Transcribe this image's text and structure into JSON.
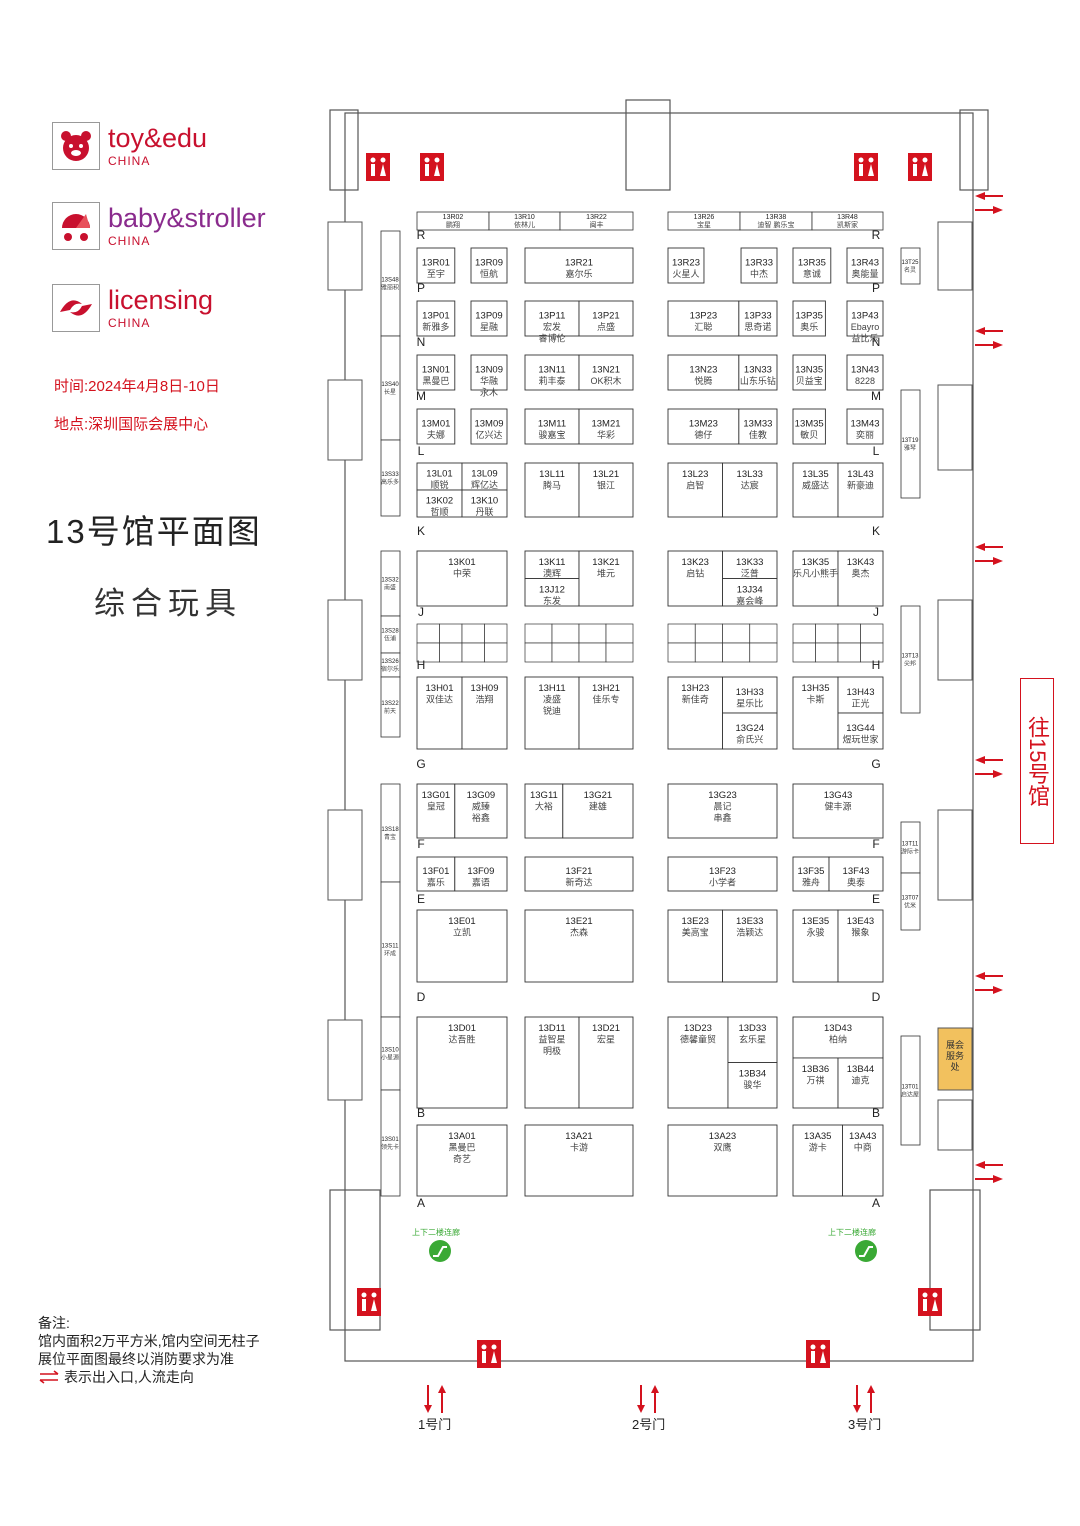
{
  "logos": [
    {
      "name": "toy&edu",
      "sub": "CHINA",
      "icon": "bear-icon",
      "color": "#c8102e"
    },
    {
      "name": "baby&stroller",
      "sub": "CHINA",
      "icon": "stroller-icon",
      "color": "#8a2b8d"
    },
    {
      "name": "licensing",
      "sub": "CHINA",
      "icon": "licensing-icon",
      "color": "#c8102e"
    }
  ],
  "event": {
    "time": "时间:2024年4月8日-10日",
    "place": "地点:深圳国际会展中心"
  },
  "title": "13号馆平面图",
  "subtitle": "综合玩具",
  "notes": {
    "heading": "备注:",
    "line1": "馆内面积2万平方米,馆内空间无柱子",
    "line2": "展位平面图最终以消防要求为准",
    "line3": "表示出入口,人流走向"
  },
  "hall15_label": "往15号馆",
  "gates": [
    "1号门",
    "2号门",
    "3号门"
  ],
  "row_letters": [
    "R",
    "P",
    "N",
    "M",
    "L",
    "K",
    "J",
    "H",
    "G",
    "F",
    "E",
    "D",
    "B",
    "A"
  ],
  "service_desk": "展会服务处",
  "corridor_label": "上下二楼连廊",
  "colors": {
    "red": "#d4121e",
    "service": "#f2c15e",
    "green": "#3aa935",
    "purple": "#8a2b8d"
  },
  "top_booths": [
    {
      "id": "13R02",
      "name": "鹏翔"
    },
    {
      "id": "13R10",
      "name": "依林儿"
    },
    {
      "id": "13R22",
      "name": "闽丰"
    },
    {
      "id": "13R26",
      "name": "宝星"
    },
    {
      "id": "13R38",
      "name": "迪智 鹏乐宝"
    },
    {
      "id": "13R48",
      "name": "凯斯家"
    }
  ],
  "booths": [
    {
      "id": "13R01",
      "name": "至宇"
    },
    {
      "id": "13R09",
      "name": "恒航"
    },
    {
      "id": "13R21",
      "name": "嘉尔乐"
    },
    {
      "id": "13R23",
      "name": "火星人"
    },
    {
      "id": "13R33",
      "name": "中杰"
    },
    {
      "id": "13R35",
      "name": "意诚"
    },
    {
      "id": "13R43",
      "name": "奥能量"
    },
    {
      "id": "13P01",
      "name": "新雅多"
    },
    {
      "id": "13P09",
      "name": "星融"
    },
    {
      "id": "13P11",
      "name": "宏发 睿博伦"
    },
    {
      "id": "13P21",
      "name": "点盛"
    },
    {
      "id": "13P23",
      "name": "汇聪"
    },
    {
      "id": "13P33",
      "name": "思奇诺"
    },
    {
      "id": "13P35",
      "name": "奥乐"
    },
    {
      "id": "13P43",
      "name": "Ebayro 益比乐"
    },
    {
      "id": "13N01",
      "name": "黑曼巴"
    },
    {
      "id": "13N09",
      "name": "华融 永木"
    },
    {
      "id": "13N11",
      "name": "莉丰泰"
    },
    {
      "id": "13N21",
      "name": "OK积木"
    },
    {
      "id": "13N23",
      "name": "悦腾"
    },
    {
      "id": "13N33",
      "name": "山东乐钻"
    },
    {
      "id": "13N35",
      "name": "贝益宝"
    },
    {
      "id": "13N43",
      "name": "8228"
    },
    {
      "id": "13M01",
      "name": "夫娜"
    },
    {
      "id": "13M09",
      "name": "亿兴达"
    },
    {
      "id": "13M11",
      "name": "骏嘉宝"
    },
    {
      "id": "13M21",
      "name": "华彩"
    },
    {
      "id": "13M23",
      "name": "德仔"
    },
    {
      "id": "13M33",
      "name": "佳教"
    },
    {
      "id": "13M35",
      "name": "敏贝"
    },
    {
      "id": "13M43",
      "name": "奕丽"
    },
    {
      "id": "13L01",
      "name": "顺锐"
    },
    {
      "id": "13L09",
      "name": "辉亿达"
    },
    {
      "id": "13K02",
      "name": "哲顺"
    },
    {
      "id": "13K10",
      "name": "丹联"
    },
    {
      "id": "13L11",
      "name": "腾马"
    },
    {
      "id": "13L21",
      "name": "银江"
    },
    {
      "id": "13L23",
      "name": "启智"
    },
    {
      "id": "13L33",
      "name": "达宸"
    },
    {
      "id": "13L35",
      "name": "威盛达"
    },
    {
      "id": "13L43",
      "name": "新豪迪"
    },
    {
      "id": "13K01",
      "name": "中荣"
    },
    {
      "id": "13K11",
      "name": "澳辉"
    },
    {
      "id": "13J12",
      "name": "东发"
    },
    {
      "id": "13K21",
      "name": "堆元"
    },
    {
      "id": "13K23",
      "name": "启钻"
    },
    {
      "id": "13K33",
      "name": "泛普"
    },
    {
      "id": "13J34",
      "name": "嘉会峰"
    },
    {
      "id": "13K35",
      "name": "乐凡小熊手"
    },
    {
      "id": "13K43",
      "name": "奥杰"
    },
    {
      "id": "13H01",
      "name": "双佳达"
    },
    {
      "id": "13H09",
      "name": "浩翔"
    },
    {
      "id": "13H11",
      "name": "凌盛 锐迪"
    },
    {
      "id": "13H21",
      "name": "佳乐专"
    },
    {
      "id": "13H23",
      "name": "新佳奇"
    },
    {
      "id": "13H33",
      "name": "星乐比"
    },
    {
      "id": "13G24",
      "name": "俞氏兴"
    },
    {
      "id": "13H35",
      "name": "卡斯"
    },
    {
      "id": "13H43",
      "name": "正光"
    },
    {
      "id": "13G44",
      "name": "煜玩世家"
    },
    {
      "id": "13G01",
      "name": "皇冠"
    },
    {
      "id": "13G09",
      "name": "威臻 裕鑫"
    },
    {
      "id": "13G11",
      "name": "大裕"
    },
    {
      "id": "13G21",
      "name": "建雄"
    },
    {
      "id": "13G23",
      "name": "晨记 串鑫"
    },
    {
      "id": "13G43",
      "name": "健丰源"
    },
    {
      "id": "13F01",
      "name": "嘉乐"
    },
    {
      "id": "13F09",
      "name": "嘉语"
    },
    {
      "id": "13F21",
      "name": "新奇达"
    },
    {
      "id": "13F23",
      "name": "小学者"
    },
    {
      "id": "13F35",
      "name": "雅舟"
    },
    {
      "id": "13F43",
      "name": "奥泰"
    },
    {
      "id": "13E01",
      "name": "立凯"
    },
    {
      "id": "13E21",
      "name": "杰森"
    },
    {
      "id": "13E23",
      "name": "美高宝"
    },
    {
      "id": "13E33",
      "name": "浩颖达"
    },
    {
      "id": "13E35",
      "name": "永骏"
    },
    {
      "id": "13E43",
      "name": "猴象"
    },
    {
      "id": "13D01",
      "name": "达吾胜"
    },
    {
      "id": "13D11",
      "name": "益智星 明极"
    },
    {
      "id": "13D21",
      "name": "宏星"
    },
    {
      "id": "13D23",
      "name": "德馨童贸"
    },
    {
      "id": "13D33",
      "name": "玄乐星"
    },
    {
      "id": "13B34",
      "name": "骏华"
    },
    {
      "id": "13D43",
      "name": "柏纳"
    },
    {
      "id": "13B36",
      "name": "万祺"
    },
    {
      "id": "13B44",
      "name": "迪克"
    },
    {
      "id": "13A01",
      "name": "黑曼巴 奇艺"
    },
    {
      "id": "13A21",
      "name": "卡游"
    },
    {
      "id": "13A23",
      "name": "双鹰"
    },
    {
      "id": "13A35",
      "name": "游卡"
    },
    {
      "id": "13A43",
      "name": "中商"
    }
  ],
  "side_booths_left": [
    {
      "id": "13S48",
      "name": "雅丽积"
    },
    {
      "id": "13S40",
      "name": "长星"
    },
    {
      "id": "13S33",
      "name": "高乐多"
    },
    {
      "id": "13S32",
      "name": "南盛"
    },
    {
      "id": "13S28",
      "name": "伍浦"
    },
    {
      "id": "13S26",
      "name": "宿尔乐"
    },
    {
      "id": "13S22",
      "name": "前天"
    },
    {
      "id": "13S18",
      "name": "青宝"
    },
    {
      "id": "13S11",
      "name": "环成"
    },
    {
      "id": "13S10",
      "name": "小星源"
    },
    {
      "id": "13S01",
      "name": "领先卡"
    }
  ],
  "side_booths_right": [
    {
      "id": "13T25",
      "name": "名灵"
    },
    {
      "id": "13T19",
      "name": "雅琴"
    },
    {
      "id": "13T13",
      "name": "尖邦"
    },
    {
      "id": "13T11",
      "name": "游际卡"
    },
    {
      "id": "13T07",
      "name": "优米"
    },
    {
      "id": "13T01",
      "name": "启达屋"
    }
  ]
}
